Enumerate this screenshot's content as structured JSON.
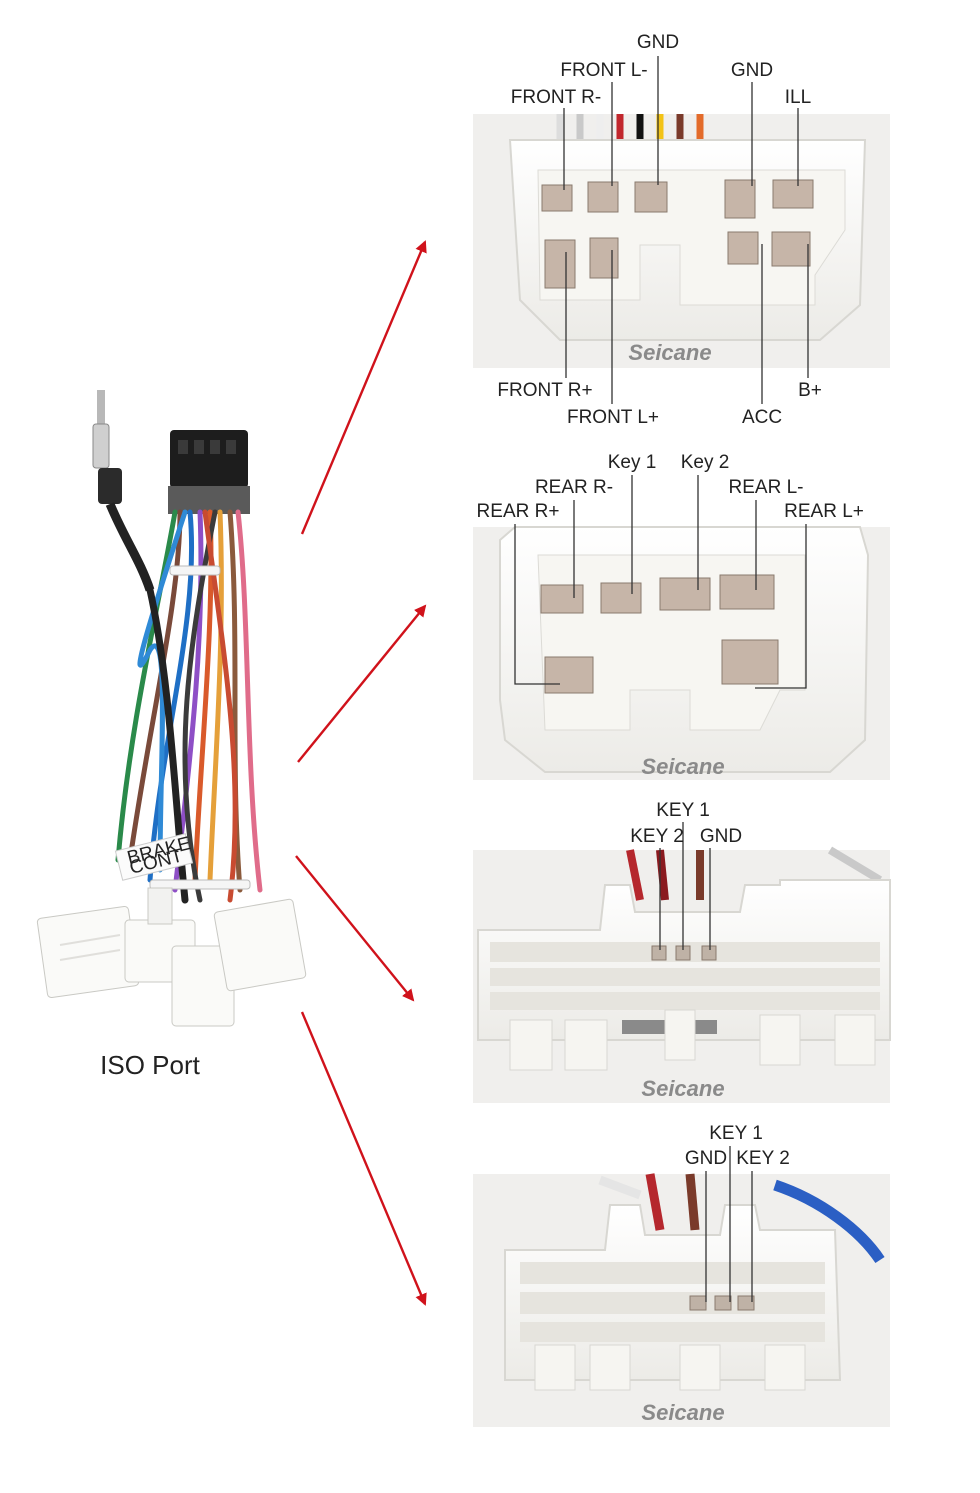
{
  "harness": {
    "caption": "ISO Port",
    "connector_marks": [
      "BRAKE",
      "CONT"
    ]
  },
  "colors": {
    "arrow": "#d0121b",
    "panel": "#f1f0ef",
    "plastic": "#fbfaf7"
  },
  "panels": [
    {
      "id": "panel-1",
      "brand": "Seicane",
      "labels": [
        "GND",
        "FRONT L-",
        "GND",
        "FRONT R-",
        "ILL",
        "FRONT R+",
        "B+",
        "FRONT L+",
        "ACC"
      ]
    },
    {
      "id": "panel-2",
      "brand": "Seicane",
      "labels": [
        "Key 1",
        "Key 2",
        "REAR R-",
        "REAR L-",
        "REAR R+",
        "REAR L+"
      ]
    },
    {
      "id": "panel-3",
      "brand": "Seicane",
      "labels": [
        "KEY 1",
        "KEY 2",
        "GND"
      ]
    },
    {
      "id": "panel-4",
      "brand": "Seicane",
      "labels": [
        "KEY 1",
        "GND",
        "KEY 2"
      ]
    }
  ]
}
